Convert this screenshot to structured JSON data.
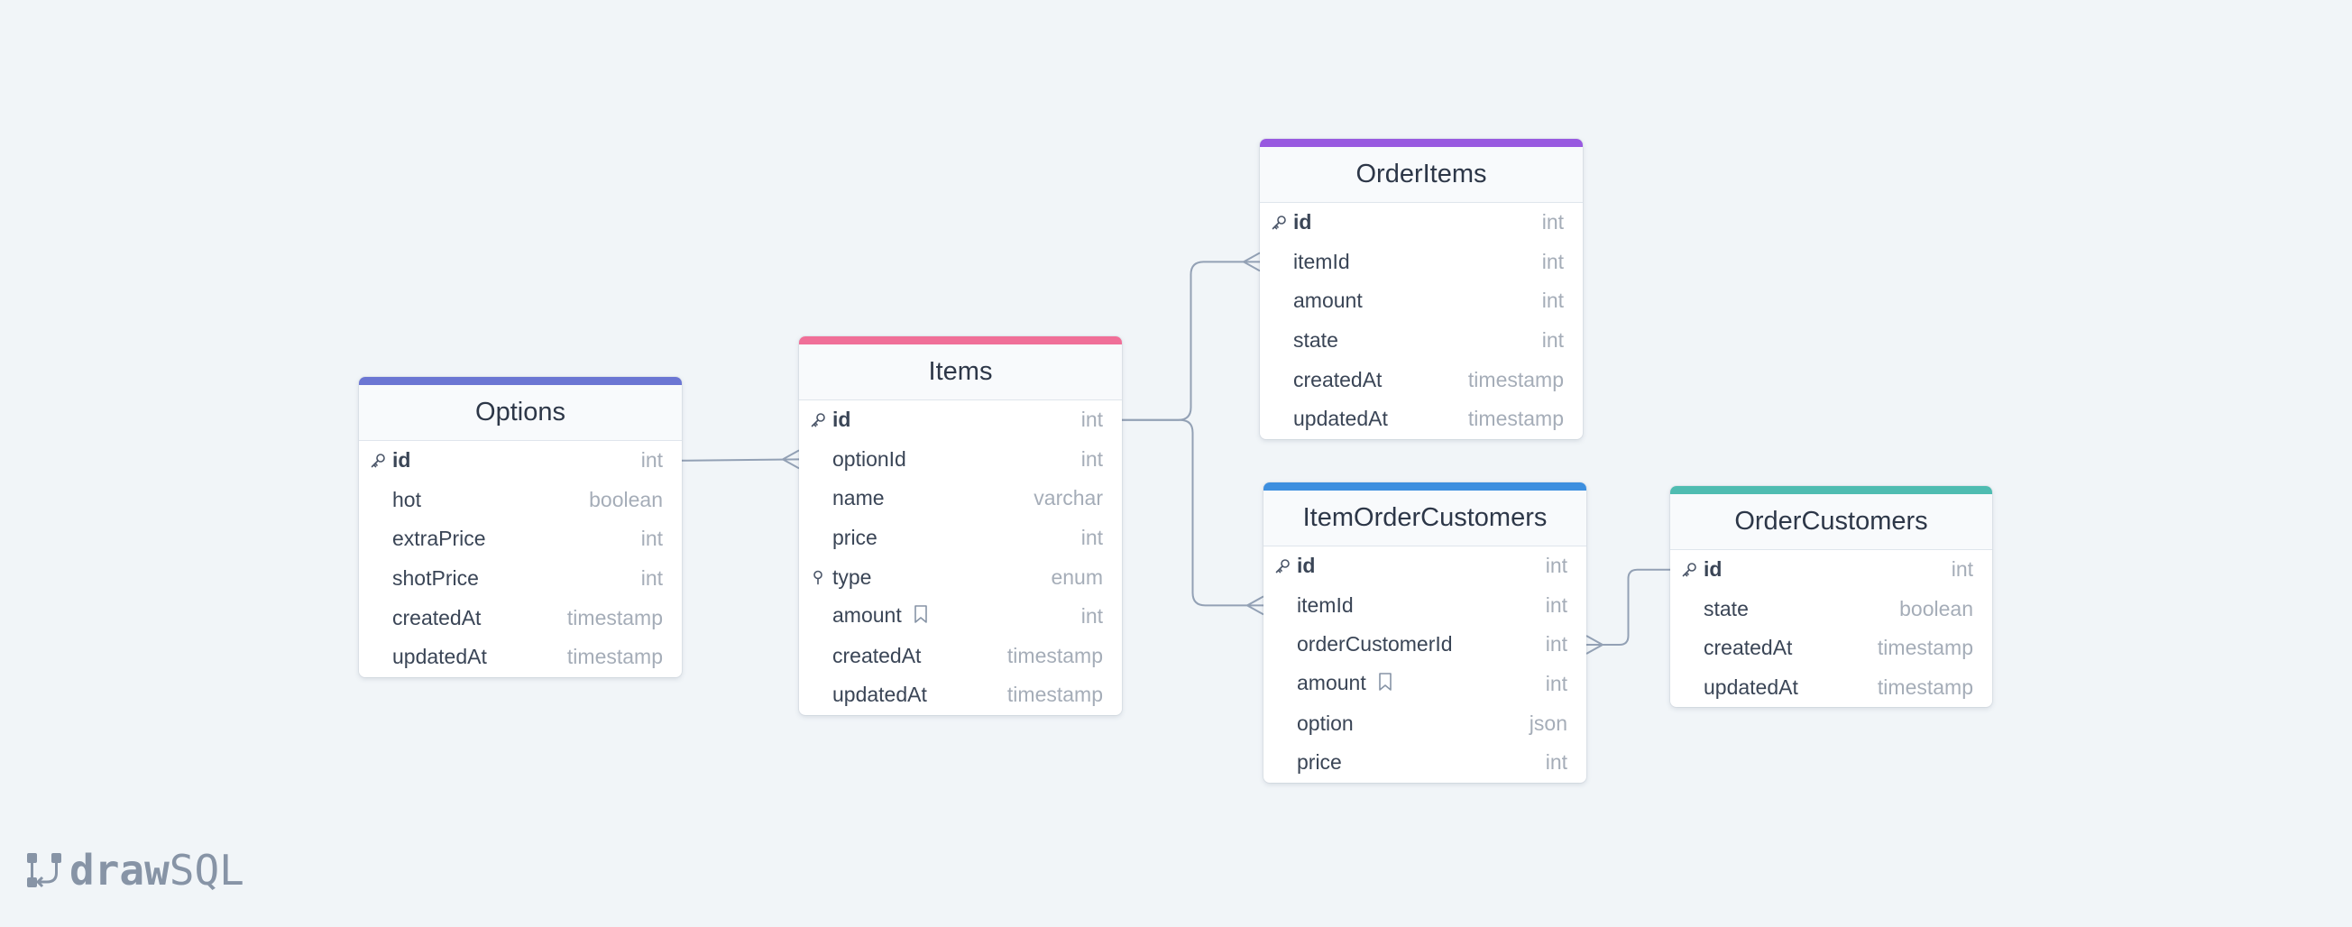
{
  "diagram": {
    "tables": [
      {
        "key": "options",
        "title": "Options",
        "accent": "#6b76d3",
        "columns": [
          {
            "name": "id",
            "type": "int",
            "primary": true
          },
          {
            "name": "hot",
            "type": "boolean"
          },
          {
            "name": "extraPrice",
            "type": "int"
          },
          {
            "name": "shotPrice",
            "type": "int"
          },
          {
            "name": "createdAt",
            "type": "timestamp"
          },
          {
            "name": "updatedAt",
            "type": "timestamp"
          }
        ]
      },
      {
        "key": "items",
        "title": "Items",
        "accent": "#f06f98",
        "columns": [
          {
            "name": "id",
            "type": "int",
            "primary": true
          },
          {
            "name": "optionId",
            "type": "int"
          },
          {
            "name": "name",
            "type": "varchar"
          },
          {
            "name": "price",
            "type": "int"
          },
          {
            "name": "type",
            "type": "enum",
            "index": true
          },
          {
            "name": "amount",
            "type": "int",
            "note": true
          },
          {
            "name": "createdAt",
            "type": "timestamp"
          },
          {
            "name": "updatedAt",
            "type": "timestamp"
          }
        ]
      },
      {
        "key": "order-items",
        "title": "OrderItems",
        "accent": "#9859e0",
        "columns": [
          {
            "name": "id",
            "type": "int",
            "primary": true
          },
          {
            "name": "itemId",
            "type": "int"
          },
          {
            "name": "amount",
            "type": "int"
          },
          {
            "name": "state",
            "type": "int"
          },
          {
            "name": "createdAt",
            "type": "timestamp"
          },
          {
            "name": "updatedAt",
            "type": "timestamp"
          }
        ]
      },
      {
        "key": "item-order-customers",
        "title": "ItemOrderCustomers",
        "accent": "#3d8fdf",
        "columns": [
          {
            "name": "id",
            "type": "int",
            "primary": true
          },
          {
            "name": "itemId",
            "type": "int"
          },
          {
            "name": "orderCustomerId",
            "type": "int"
          },
          {
            "name": "amount",
            "type": "int",
            "note": true
          },
          {
            "name": "option",
            "type": "json"
          },
          {
            "name": "price",
            "type": "int"
          }
        ]
      },
      {
        "key": "order-customers",
        "title": "OrderCustomers",
        "accent": "#4fbcb1",
        "columns": [
          {
            "name": "id",
            "type": "int",
            "primary": true
          },
          {
            "name": "state",
            "type": "boolean"
          },
          {
            "name": "createdAt",
            "type": "timestamp"
          },
          {
            "name": "updatedAt",
            "type": "timestamp"
          }
        ]
      }
    ],
    "relations": [
      {
        "from": "options.id",
        "to": "items.optionId",
        "cardinality": "one-to-many"
      },
      {
        "from": "items.id",
        "to": "order-items.itemId",
        "cardinality": "one-to-many"
      },
      {
        "from": "items.id",
        "to": "item-order-customers.itemId",
        "cardinality": "one-to-many"
      },
      {
        "from": "order-customers.id",
        "to": "item-order-customers.orderCustomerId",
        "cardinality": "one-to-many"
      }
    ],
    "connector_color": "#93a1b5"
  },
  "brand": {
    "logo_draw": "draw",
    "logo_sql": "SQL",
    "logo_color": "#8794a6"
  }
}
